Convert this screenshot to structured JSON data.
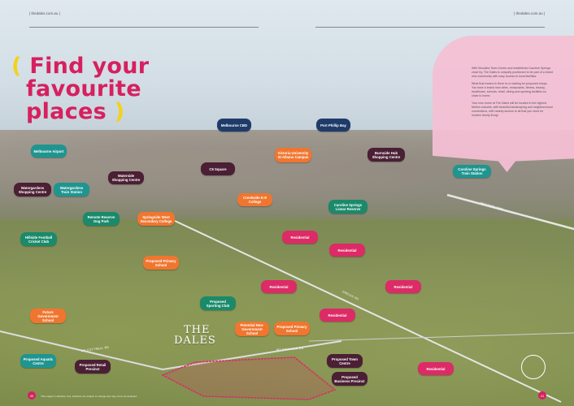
{
  "header": {
    "left_url": "| thedales.com.au |",
    "right_url": "| thedales.com.au |"
  },
  "headline": {
    "open": "(",
    "line1": "Find your",
    "line2": "favourite",
    "line3": "places",
    "close": ")"
  },
  "blurb": {
    "p1": "With Woodlea Town Centre and established Caroline Springs close by, The Dales is uniquely positioned to be part of a brand new community with easy access to local facilities.",
    "p2": "What that means is there is no waiting for proposed shops. You have a brand new cities, restaurants, fitness, beauty, healthcare, schools, retail, dining and sporting facilities so close to home.",
    "p3": "Your new home at The Dales will be located in the highest Melton suburbs, with beautiful landscaping and neighbourhood connections, with nearby access to all that you need for modern family living!"
  },
  "labels": {
    "melbourne_cbd": "Melbourne CBD",
    "port_phillip": "Port Phillip Bay",
    "melbourne_airport": "Melbourne Airport",
    "waterside": "Waterside Shopping Centre",
    "victoria_uni": "Victoria University St Albans Campus",
    "burnside": "Burnside Hub Shopping Centre",
    "caroline_station": "Caroline Springs Train Station",
    "c5": "C5 Square",
    "watergardens": "Watergardens Shopping Centre",
    "watergardens_train": "Watergardens Train Station",
    "creekside": "Creekside K-9 College",
    "caroline_reserve": "Caroline Springs Linear Reserve",
    "remote_reserve": "Remote Reserve Dog Park",
    "springside": "Springside West Secondary College",
    "hillside": "Hillside Football Cricket Club",
    "residential1": "Residential",
    "residential2": "Residential",
    "proposed_primary1": "Proposed Primary School",
    "residential3": "Residential",
    "residential4": "Residential",
    "proposed_sporting": "Proposed Sporting Club",
    "future_government": "Future Government School",
    "residential5": "Residential",
    "potential_non_gov": "Potential Non-Government School",
    "proposed_primary2": "Proposed Primary School",
    "proposed_aquatic": "Proposed Aquatic Centre",
    "proposed_retail": "Proposed Retail Precinct",
    "proposed_town": "Proposed Town Centre",
    "proposed_business": "Proposed Business Precinct",
    "residential6": "Residential"
  },
  "brand": {
    "line1": "THE",
    "line2": "DALES"
  },
  "roads": {
    "r1": "WESTERN FWY",
    "r2": "MT COTTRELL RD",
    "r3": "GREIGS RD",
    "r4": "MT ATKINSON RD"
  },
  "footer": {
    "page_left": "40",
    "page_right": "41",
    "note": "This image is indicative only. Features are subject to change and may not be as depicted."
  },
  "colors": {
    "headline": "#d6205f",
    "paren": "#f2d21c",
    "navy": "#1f3b6a",
    "teal": "#1f9590",
    "plum": "#4b1f34",
    "orange": "#f0762f",
    "pink": "#dc2b66",
    "blurb_bg": "#f4bfd3"
  }
}
